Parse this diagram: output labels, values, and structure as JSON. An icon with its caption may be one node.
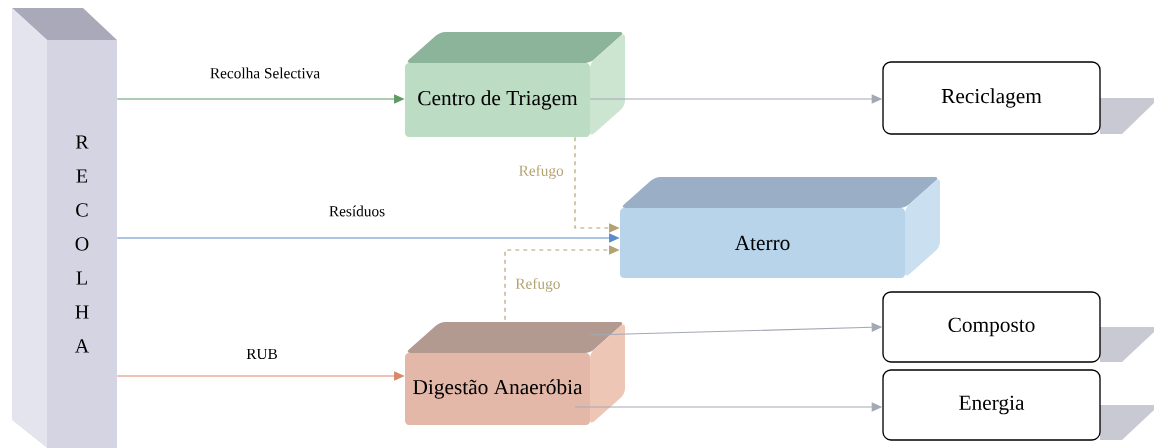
{
  "diagram": {
    "nodes": [
      {
        "text": [
          "R E C O L H A"
        ]
      },
      {
        "text": [
          "Centro de Triagem"
        ]
      },
      {
        "text": [
          "Reciclagem"
        ]
      },
      {
        "text": [
          "Aterro"
        ]
      },
      {
        "text": [
          "Digestão Anaeróbia"
        ]
      },
      {
        "text": [
          "Composto"
        ]
      },
      {
        "text": [
          "Energia"
        ]
      }
    ],
    "edges": [
      {
        "from": 0,
        "to": 1,
        "arrow": "to",
        "label": "Recolha Selectiva",
        "color": "#5f9a64"
      },
      {
        "from": 1,
        "to": 2,
        "arrow": "to"
      },
      {
        "from": 1,
        "to": 3,
        "arrow": "to",
        "label": "Refugo",
        "style": "dashed",
        "color": "#b3a270"
      },
      {
        "from": 0,
        "to": 3,
        "arrow": "to",
        "label": "Resíduos",
        "color": "#5a8ccc"
      },
      {
        "from": 4,
        "to": 3,
        "arrow": "to",
        "label": "Refugo",
        "style": "dashed",
        "color": "#b3a270"
      },
      {
        "from": 0,
        "to": 4,
        "arrow": "to",
        "label": "RUB",
        "color": "#d88868"
      },
      {
        "from": 4,
        "to": 5,
        "arrow": "to"
      },
      {
        "from": 4,
        "to": 6,
        "arrow": "to"
      }
    ]
  }
}
